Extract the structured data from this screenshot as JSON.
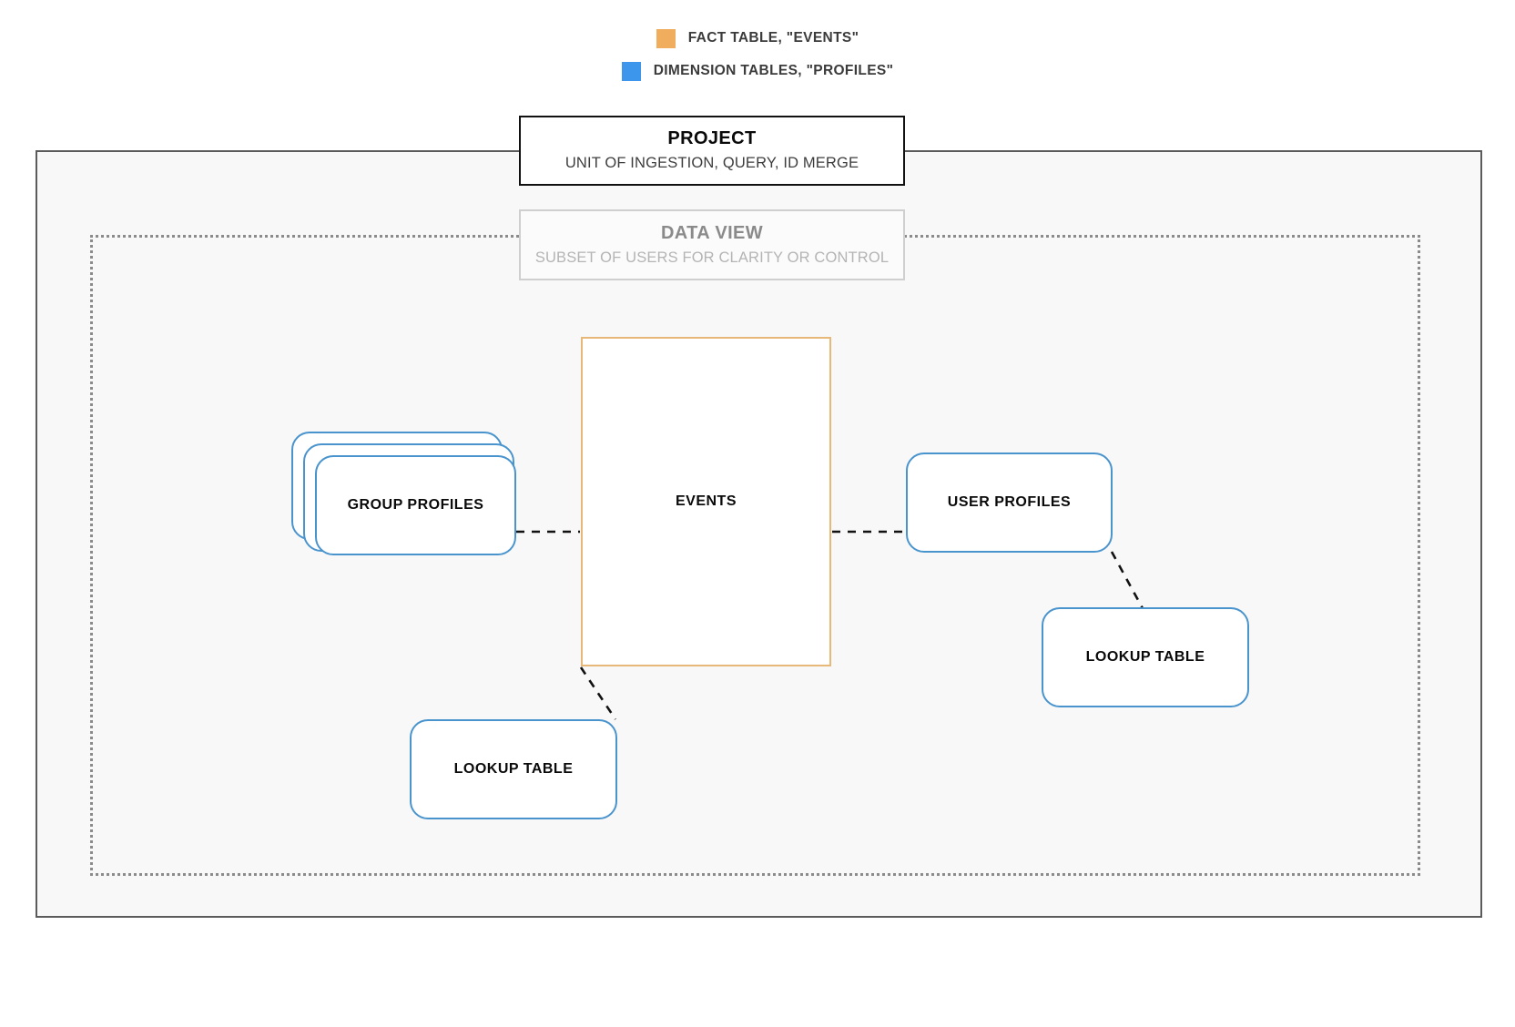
{
  "legend": {
    "items": [
      {
        "label": "FACT TABLE, \"EVENTS\"",
        "color": "#f0ad5e",
        "icon": "orange-square-swatch"
      },
      {
        "label": "DIMENSION TABLES, \"PROFILES\"",
        "color": "#3b96ec",
        "icon": "blue-square-swatch"
      }
    ]
  },
  "project": {
    "title": "PROJECT",
    "subtitle": "UNIT OF INGESTION, QUERY, ID MERGE",
    "border_color": "#111111"
  },
  "data_view": {
    "title": "DATA VIEW",
    "subtitle": "SUBSET OF USERS FOR CLARITY OR CONTROL",
    "border_color": "#cfcfcf"
  },
  "fact_table": {
    "label": "EVENTS",
    "border_color": "#e8b878"
  },
  "dimension_tables": {
    "group_profiles": {
      "label": "GROUP PROFILES",
      "stacked": true,
      "border_color": "#4a94ce"
    },
    "user_profiles": {
      "label": "USER PROFILES",
      "border_color": "#4a94ce"
    },
    "lookup_table_right": {
      "label": "LOOKUP TABLE",
      "border_color": "#4a94ce"
    },
    "lookup_table_left": {
      "label": "LOOKUP TABLE",
      "border_color": "#4a94ce"
    }
  },
  "connectors": {
    "style": "dashed",
    "color": "#111111",
    "edges": [
      {
        "from": "GROUP PROFILES",
        "to": "EVENTS"
      },
      {
        "from": "EVENTS",
        "to": "USER PROFILES"
      },
      {
        "from": "USER PROFILES",
        "to": "LOOKUP TABLE"
      },
      {
        "from": "EVENTS",
        "to": "LOOKUP TABLE"
      }
    ]
  }
}
